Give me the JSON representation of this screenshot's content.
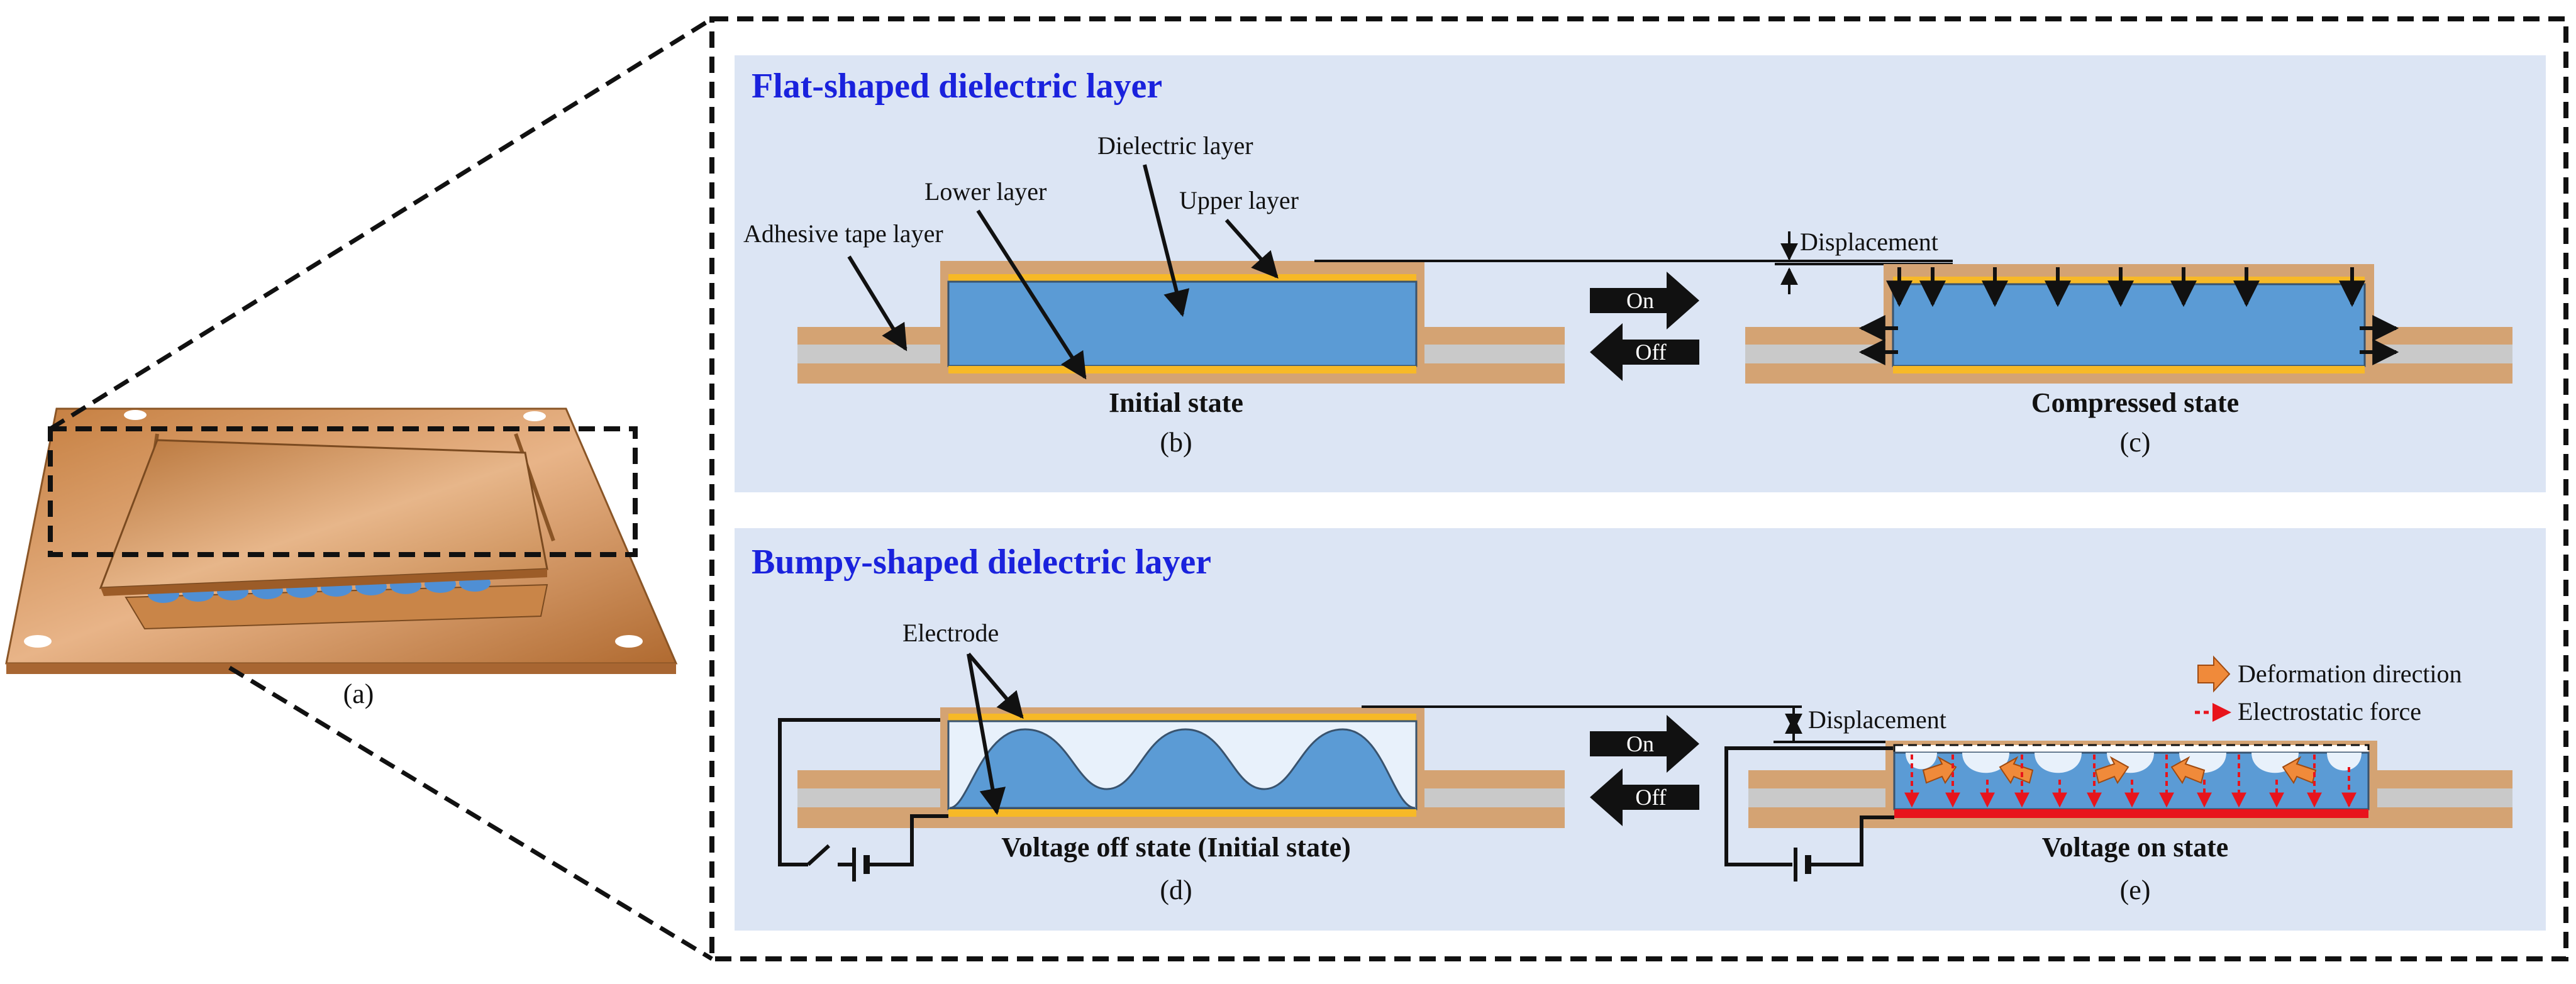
{
  "figure": {
    "panel_a_caption": "(a)",
    "flat": {
      "title": "Flat-shaped dielectric layer",
      "labels": {
        "dielectric_layer": "Dielectric layer",
        "lower_layer": "Lower layer",
        "upper_layer": "Upper layer",
        "adhesive_tape_layer": "Adhesive tape layer",
        "displacement": "Displacement"
      },
      "on_label": "On",
      "off_label": "Off",
      "initial_state": "Initial state",
      "initial_caption": "(b)",
      "compressed_state": "Compressed state",
      "compressed_caption": "(c)"
    },
    "bumpy": {
      "title": "Bumpy-shaped dielectric layer",
      "labels": {
        "electrode": "Electrode",
        "displacement": "Displacement"
      },
      "legend": {
        "deformation_direction": "Deformation direction",
        "electrostatic_force": "Electrostatic force"
      },
      "on_label": "On",
      "off_label": "Off",
      "off_state": "Voltage off state (Initial state)",
      "off_caption": "(d)",
      "on_state": "Voltage on state",
      "on_caption": "(e)"
    }
  },
  "colors": {
    "panel_bg": "#dce5f4",
    "copper": "#d4a373",
    "gray_layer": "#c9c9c9",
    "electrode_yellow": "#f7b927",
    "dielectric_blue": "#5b9bd5",
    "title_blue": "#1a22dd",
    "electrostatic_red": "#e8141c",
    "deformation_orange": "#f08a3a"
  },
  "icons": {
    "on_arrow": "right-arrow-icon",
    "off_arrow": "left-arrow-icon",
    "battery": "battery-icon",
    "switch": "switch-icon"
  }
}
